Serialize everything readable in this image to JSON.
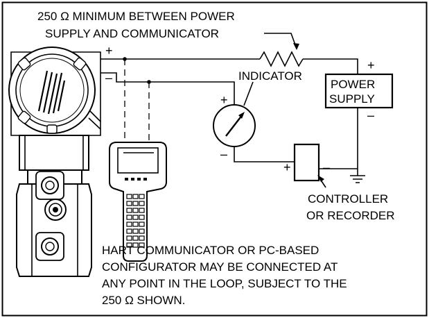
{
  "labels": {
    "resistor_note_line1": "250 Ω MINIMUM BETWEEN POWER",
    "resistor_note_line2": "SUPPLY AND COMMUNICATOR",
    "indicator": "INDICATOR",
    "power_supply_line1": "POWER",
    "power_supply_line2": "SUPPLY",
    "controller_line1": "CONTROLLER",
    "controller_line2": "OR RECORDER"
  },
  "polarity": {
    "transmitter_plus": "+",
    "transmitter_minus": "–",
    "indicator_plus": "+",
    "indicator_minus": "–",
    "power_plus": "+",
    "power_minus": "–",
    "controller_plus": "+",
    "controller_minus": "–"
  },
  "note": {
    "line1": "HART COMMUNICATOR OR PC-BASED",
    "line2": "CONFIGURATOR MAY BE CONNECTED AT",
    "line3": "ANY POINT IN THE LOOP, SUBJECT TO THE",
    "line4": "250 Ω SHOWN."
  },
  "icons": {
    "transmitter": "transmitter-icon",
    "communicator": "hart-communicator-icon",
    "resistor": "resistor-icon",
    "indicator": "indicator-meter-icon",
    "controller": "controller-recorder-icon",
    "ground": "ground-icon"
  }
}
